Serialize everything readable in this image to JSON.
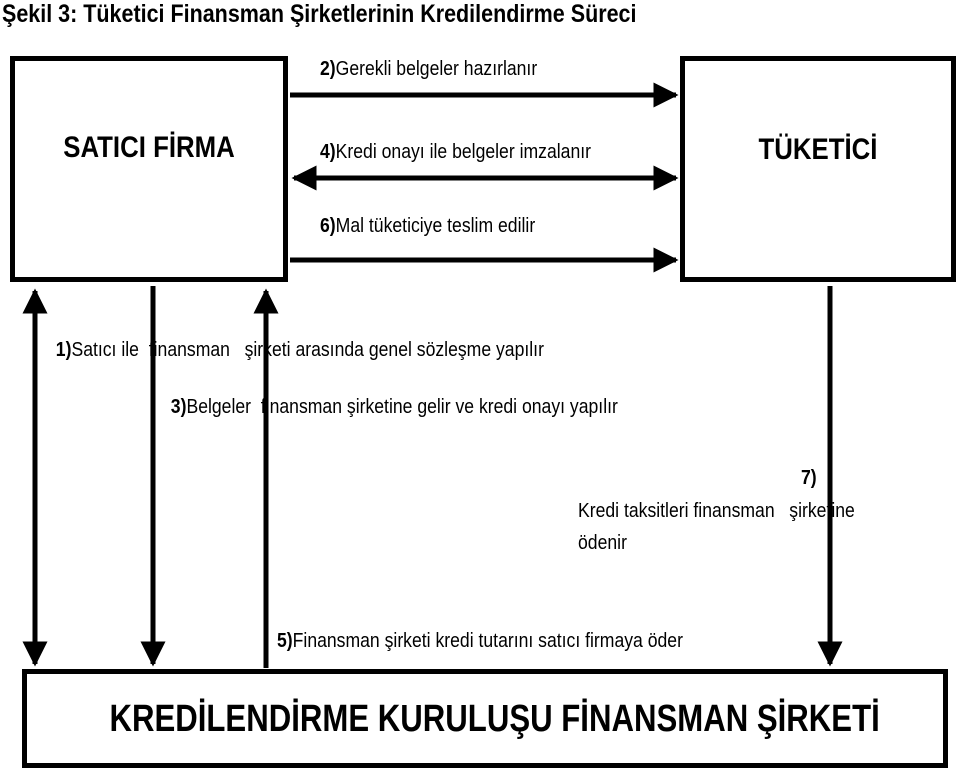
{
  "figure": {
    "title": "Şekil 3: Tüketici Finansman Şirketlerinin Kredilendirme Süreci"
  },
  "nodes": {
    "seller": "SATICI FİRMA",
    "consumer": "TÜKETİCİ",
    "finance": "KREDİLENDİRME KURULUŞU FİNANSMAN ŞİRKETİ"
  },
  "steps": [
    {
      "num": "1)",
      "text": "Satıcı ile  finansman   şirketi arasında genel sözleşme yapılır"
    },
    {
      "num": "2)",
      "text": "Gerekli belgeler hazırlanır"
    },
    {
      "num": "3)",
      "text": "Belgeler  finansman şirketine gelir ve kredi onayı yapılır"
    },
    {
      "num": "4)",
      "text": "Kredi onayı ile belgeler imzalanır"
    },
    {
      "num": "5)",
      "text": "Finansman şirketi kredi tutarını satıcı firmaya öder"
    },
    {
      "num": "6)",
      "text": "Mal tüketiciye teslim edilir"
    },
    {
      "num": "7)",
      "text_line1": "Kredi taksitleri finansman   şirketine",
      "text_line2": "ödenir"
    }
  ],
  "colors": {
    "stroke": "#000000",
    "background": "#ffffff"
  }
}
